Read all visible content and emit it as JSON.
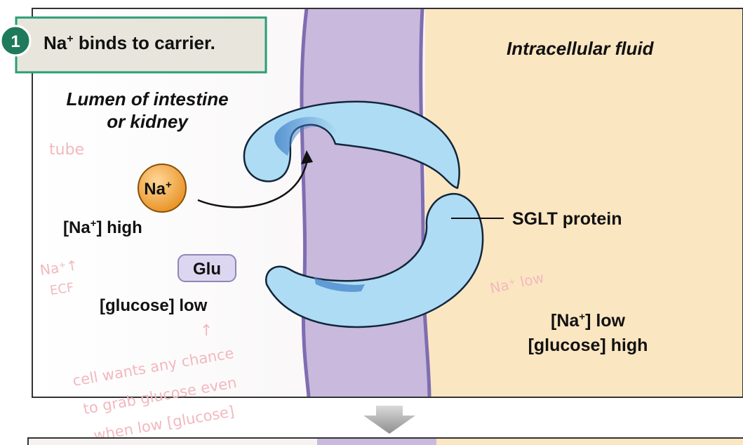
{
  "step": {
    "number": "1",
    "caption_main": "Na",
    "caption_sup": "+",
    "caption_rest": " binds to carrier."
  },
  "regions": {
    "intracellular": "Intracellular fluid",
    "lumen_line1": "Lumen of intestine",
    "lumen_line2": "or kidney"
  },
  "ions": {
    "na_label": "Na",
    "na_sup": "+",
    "glu_label": "Glu"
  },
  "concentrations": {
    "lumen_na_open": "[Na",
    "lumen_na_sup": "+",
    "lumen_na_close": "] high",
    "lumen_glucose": "[glucose] low",
    "cell_na_open": "[Na",
    "cell_na_sup": "+",
    "cell_na_close": "] low",
    "cell_glucose": "[glucose] high"
  },
  "protein_label": "SGLT protein",
  "handwritten_notes": {
    "tube": "tube",
    "na_up": "Na⁺↑",
    "ecf": "ECF",
    "na_low": "Na⁺  low",
    "arrow": "↑",
    "line1": "cell wants any chance",
    "line2": "to grab glucose even",
    "line3": "when low [glucose]"
  },
  "colors": {
    "lumen_bg": "#f6f2f2",
    "cell_bg": "#fbe6c2",
    "membrane": "#c8b9dd",
    "membrane_edge": "#7f6db0",
    "protein_fill": "#aedcf4",
    "protein_stroke": "#12263a",
    "sodium_fill": "#f2a33a",
    "glucose_fill": "#dcd6f0",
    "callout_fill": "#e8e6dc",
    "callout_border": "#2a9d78",
    "step_badge": "#1f7a5c",
    "handwriting": "#f2b8bf"
  }
}
